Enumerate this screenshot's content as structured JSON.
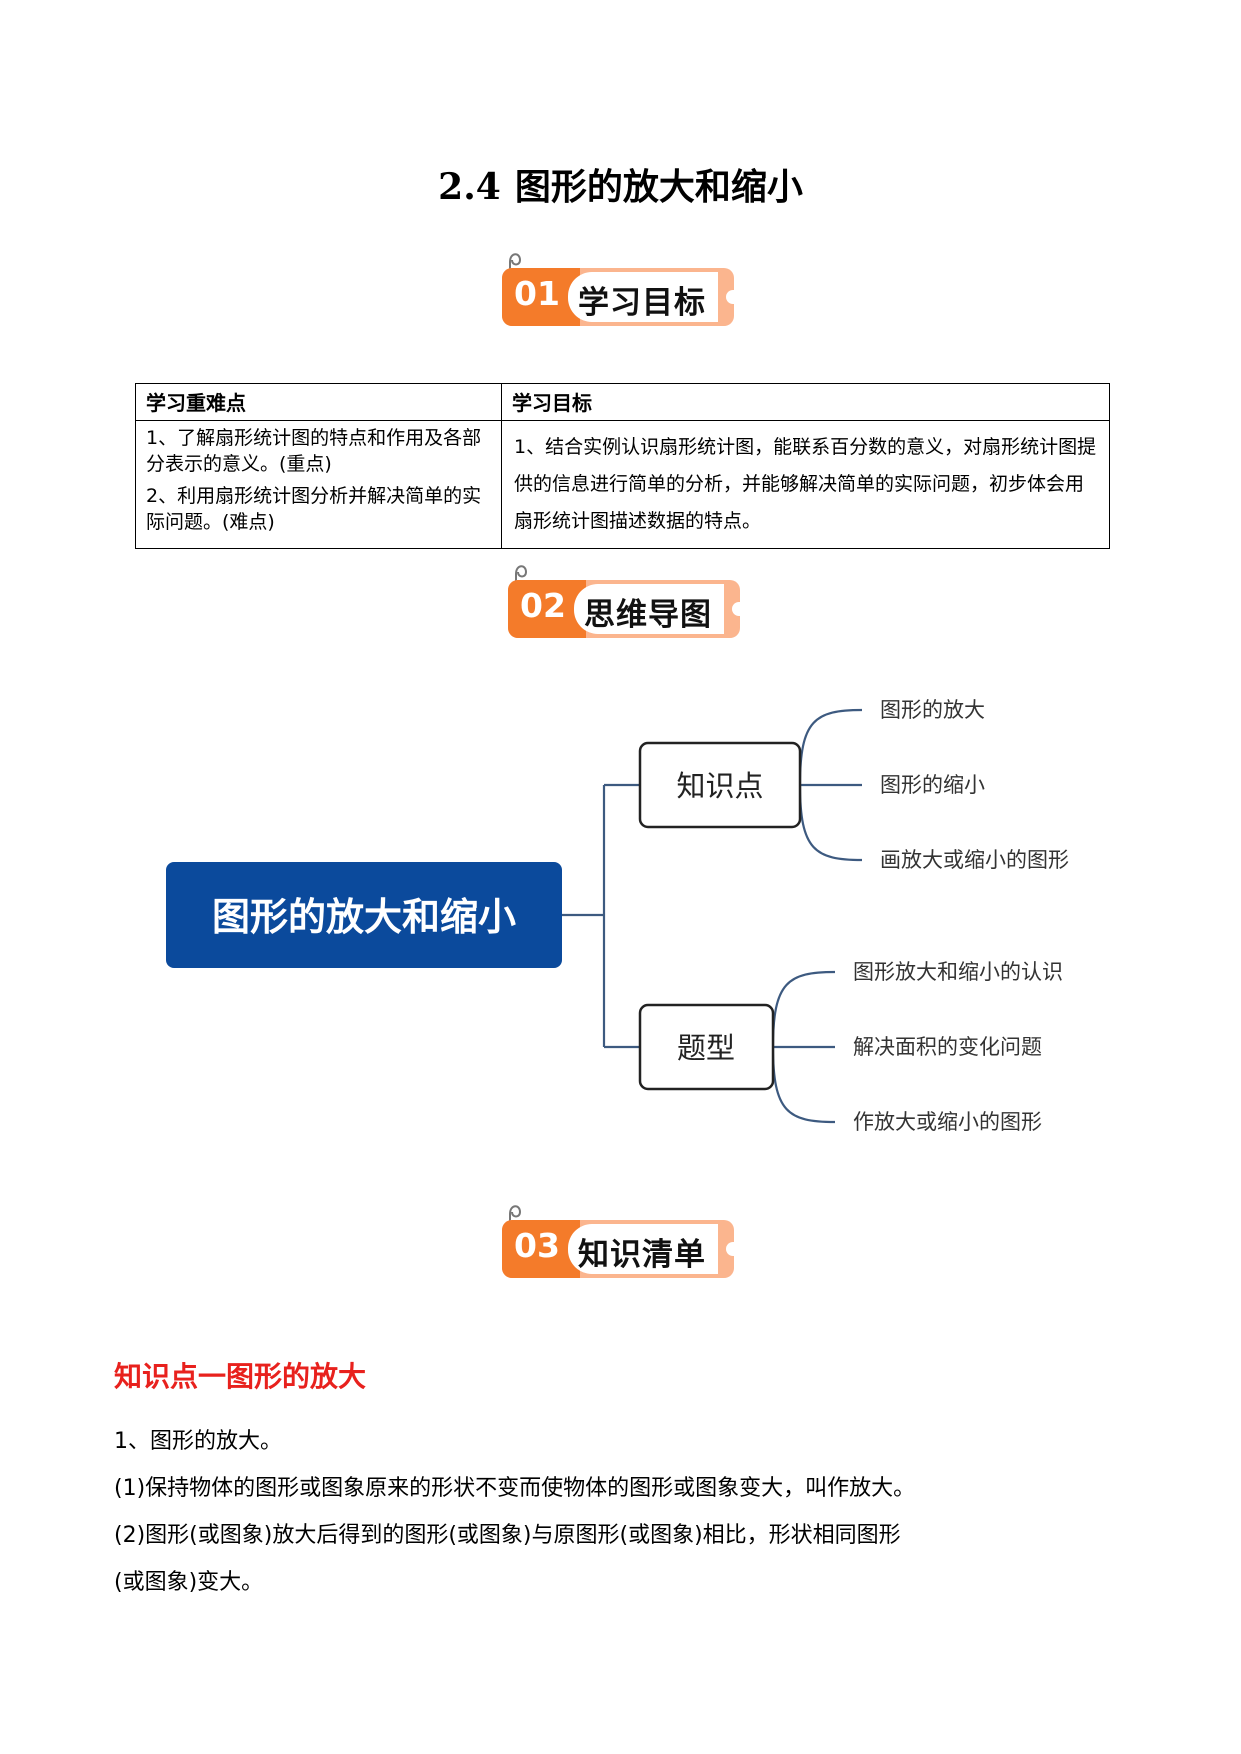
{
  "title": {
    "number": "2.4",
    "text": "图形的放大和缩小"
  },
  "sections": [
    {
      "num": "01",
      "label": "学习目标"
    },
    {
      "num": "02",
      "label": "思维导图"
    },
    {
      "num": "03",
      "label": "知识清单"
    }
  ],
  "goals_table": {
    "headers": [
      "学习重难点",
      "学习目标"
    ],
    "left_items": [
      "1、了解扇形统计图的特点和作用及各部分表示的意义。(重点)",
      "2、利用扇形统计图分析并解决简单的实际问题。(难点)"
    ],
    "right_text": "1、结合实例认识扇形统计图，能联系百分数的意义，对扇形统计图提供的信息进行简单的分析，并能够解决简单的实际问题，初步体会用扇形统计图描述数据的特点。"
  },
  "mindmap": {
    "root": "图形的放大和缩小",
    "branches": [
      {
        "label": "知识点",
        "leaves": [
          "图形的放大",
          "图形的缩小",
          "画放大或缩小的图形"
        ]
      },
      {
        "label": "题型",
        "leaves": [
          "图形放大和缩小的认识",
          "解决面积的变化问题",
          "作放大或缩小的图形"
        ]
      }
    ],
    "colors": {
      "root_fill": "#0b4a9c",
      "line": "#3d5a80"
    }
  },
  "knowledge": {
    "heading": "知识点一图形的放大",
    "lines": [
      "1、图形的放大。",
      "(1)保持物体的图形或图象原来的形状不变而使物体的图形或图象变大，叫作放大。",
      "(2)图形(或图象)放大后得到的图形(或图象)与原图形(或图象)相比，形状相同图形",
      "(或图象)变大。"
    ]
  }
}
